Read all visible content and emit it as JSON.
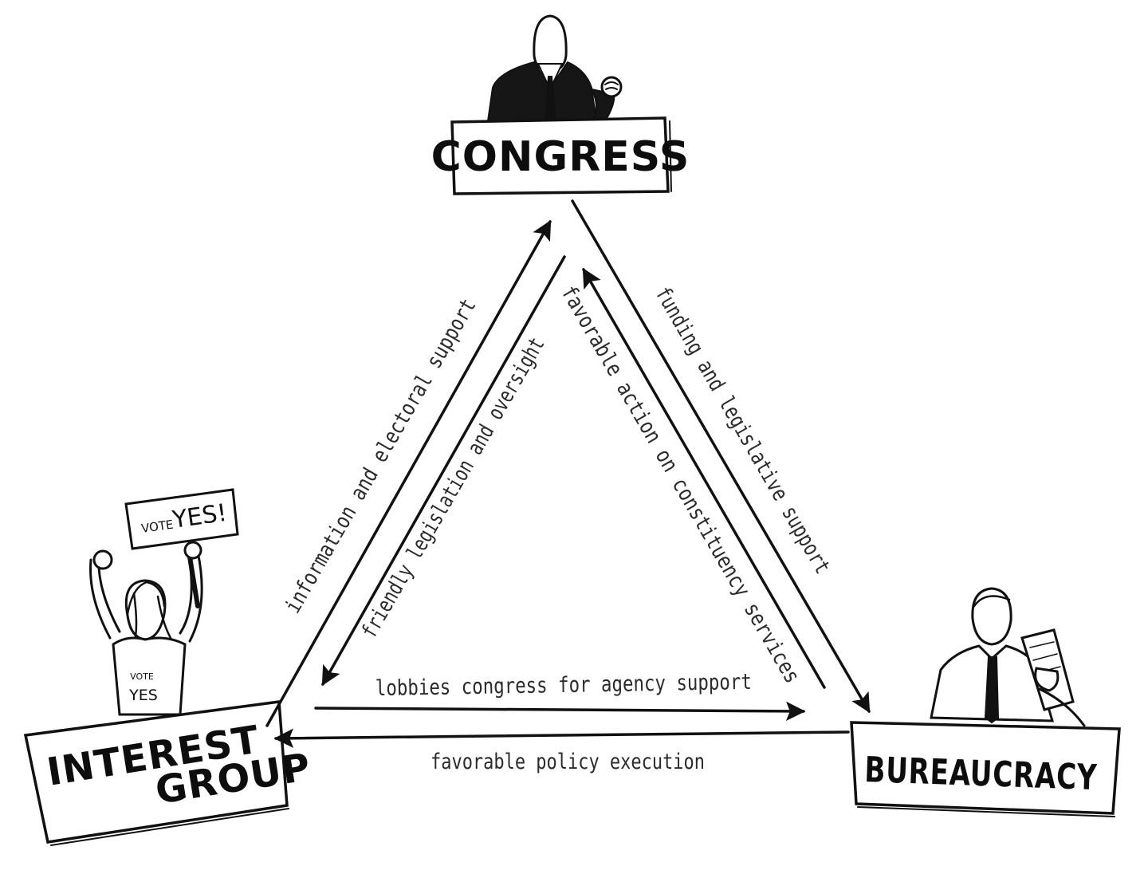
{
  "nodes": {
    "congress": {
      "label": "CONGRESS"
    },
    "interest_group": {
      "label_line1": "INTEREST",
      "label_line2": "GROUP"
    },
    "bureaucracy": {
      "label": "BUREAUCRACY"
    }
  },
  "edges": {
    "information_electoral_support": "information and electoral support",
    "friendly_legislation_oversight": "friendly legislation and oversight",
    "favorable_action_constituency": "favorable action on constituency services",
    "funding_legislative_support": "funding and legislative support",
    "lobbies_congress": "lobbies congress for agency support",
    "favorable_policy_execution": "favorable policy execution"
  },
  "protester": {
    "sign_small": "VOTE",
    "sign_large": "YES!",
    "shirt_line1": "VOTE",
    "shirt_line2": "YES"
  }
}
